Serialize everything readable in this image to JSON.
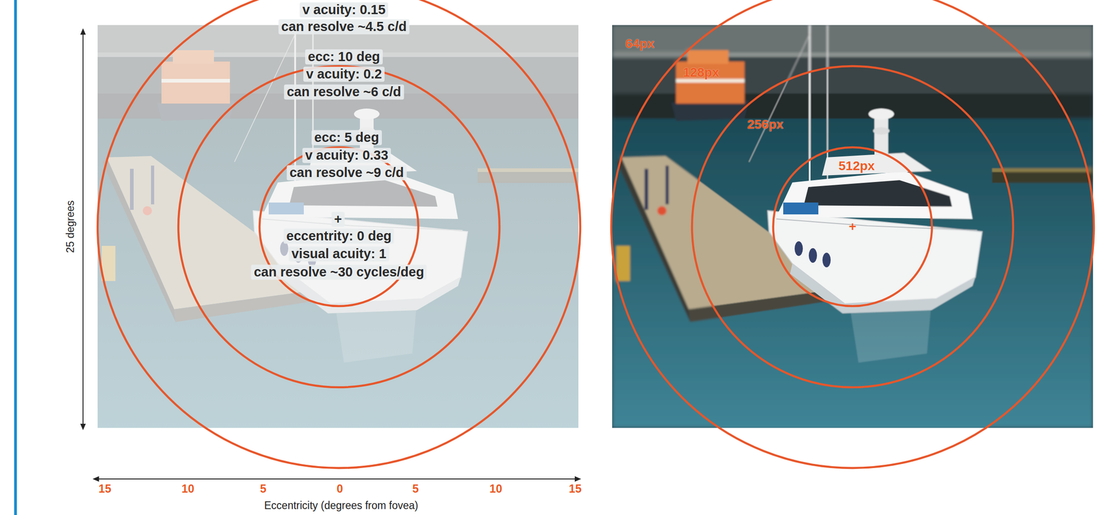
{
  "diagram": {
    "nodes": [
      {
        "text": [
          "v acuity: 0.15",
          "can resolve ~4.5 c/d"
        ]
      },
      {
        "text": [
          "ecc: 10 deg",
          "v acuity: 0.2",
          "can resolve ~6 c/d"
        ],
        "in": 0
      },
      {
        "text": [
          "ecc: 5 deg",
          "v acuity: 0.33",
          "can resolve ~9 c/d",
          "+",
          "eccentrity: 0 deg",
          "visual acuity: 1",
          "can resolve ~30 cycles/deg"
        ],
        "in": 1
      },
      {
        "text": [
          "128px"
        ]
      },
      {
        "text": [
          "256px"
        ],
        "in": 3
      },
      {
        "text": [
          "512px",
          "+"
        ],
        "in": 4
      }
    ],
    "labels": [
      "25 degrees",
      "15",
      "10",
      "5",
      "0",
      "5",
      "10",
      "15",
      "Eccentricity (degrees from fovea)",
      "64px"
    ]
  }
}
